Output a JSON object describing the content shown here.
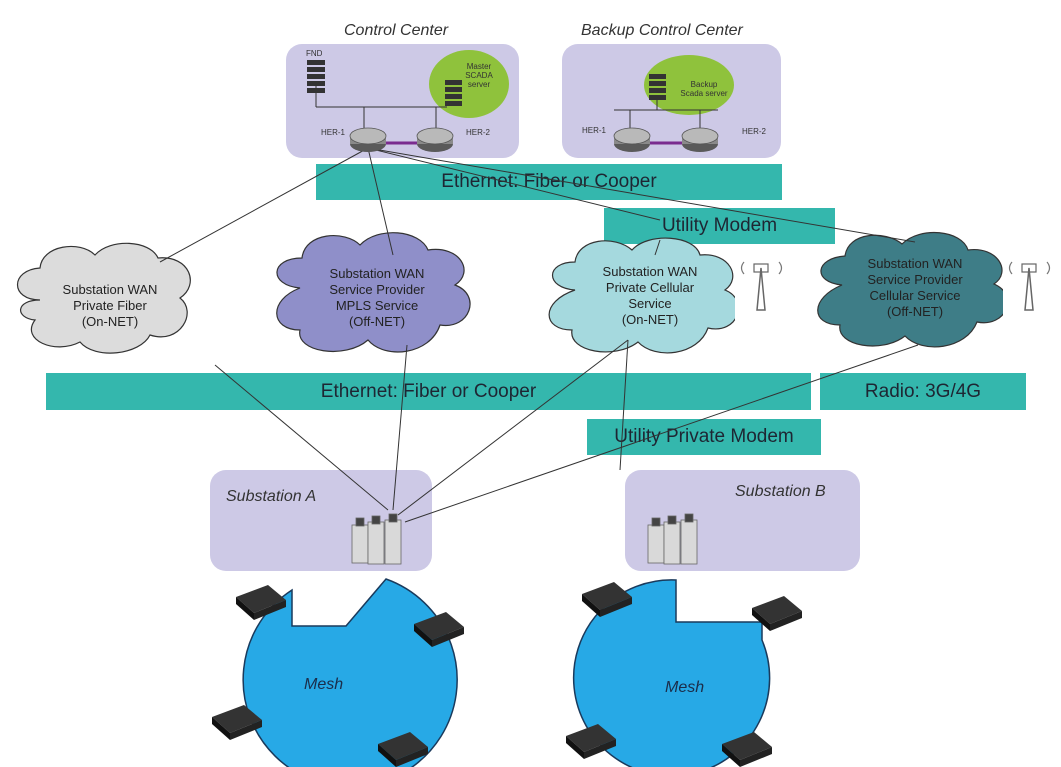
{
  "control_center": {
    "title": "Control Center",
    "fnd": "FND",
    "scada": "Master SCADA server",
    "her1": "HER-1",
    "her2": "HER-2"
  },
  "backup_center": {
    "title": "Backup Control Center",
    "scada": "Backup Scada server",
    "her1": "HER-1",
    "her2": "HER-2"
  },
  "bars": {
    "ethernet_top": "Ethernet: Fiber or Cooper",
    "utility_modem": "Utility Modem",
    "ethernet_mid": "Ethernet: Fiber or Cooper",
    "radio": "Radio: 3G/4G",
    "utility_private_modem": "Utility Private Modem"
  },
  "clouds": {
    "private_fiber": [
      "Substation WAN",
      "Private Fiber",
      "(On-NET)"
    ],
    "mpls": [
      "Substation WAN",
      "Service Provider",
      "MPLS Service",
      "(Off-NET)"
    ],
    "private_cellular": [
      "Substation WAN",
      "Private Cellular",
      "Service",
      "(On-NET)"
    ],
    "sp_cellular": [
      "Substation WAN",
      "Service Provider",
      "Cellular Service",
      "(Off-NET)"
    ]
  },
  "substations": {
    "a": "Substation A",
    "b": "Substation B"
  },
  "mesh": {
    "a": "Mesh",
    "b": "Mesh"
  },
  "colors": {
    "panel": "#cdc9e6",
    "bar": "#34b7ad",
    "cloud_grey": "#dcdcdc",
    "cloud_purple": "#8f8fc9",
    "cloud_light_teal": "#a5d9de",
    "cloud_dark_teal": "#3e7d87",
    "green_blob": "#8fc23c",
    "mesh_blue": "#27a9e6"
  }
}
